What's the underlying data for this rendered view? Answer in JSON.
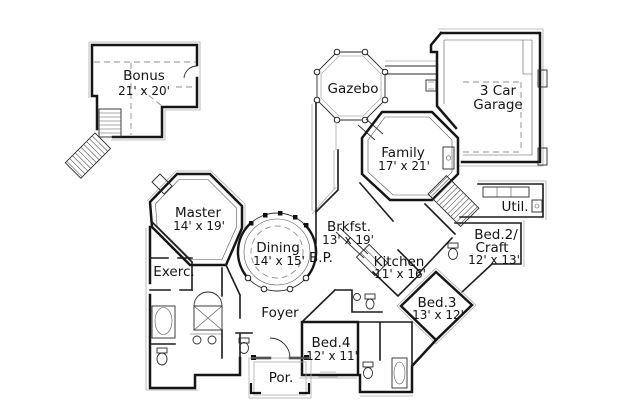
{
  "colors": {
    "background": "#ffffff",
    "ink": "#161616",
    "trim": "#aaaaaa"
  },
  "rooms": {
    "bonus": {
      "name": "Bonus",
      "dims": "21' x 20'"
    },
    "gazebo": {
      "name": "Gazebo"
    },
    "garage": {
      "name_line1": "3 Car",
      "name_line2": "Garage"
    },
    "family": {
      "name": "Family",
      "dims": "17' x 21'"
    },
    "master": {
      "name": "Master",
      "dims": "14' x 19'"
    },
    "dining": {
      "name": "Dining",
      "dims": "14' x 15'"
    },
    "breakfast": {
      "name": "Brkfst.",
      "dims": "13' x 19'"
    },
    "butlers_pantry": {
      "name": "B.P."
    },
    "kitchen": {
      "name": "Kitchen",
      "dims": "11' x 16'"
    },
    "utility": {
      "name": "Util."
    },
    "bed2_craft": {
      "name_line1": "Bed.2/",
      "name_line2": "Craft",
      "dims": "12' x 13'"
    },
    "bed3": {
      "name": "Bed.3",
      "dims": "13' x 12'"
    },
    "exercise": {
      "name": "Exerc."
    },
    "foyer": {
      "name": "Foyer"
    },
    "bed4": {
      "name": "Bed.4",
      "dims": "12' x 11'"
    },
    "porch": {
      "name": "Por."
    }
  }
}
